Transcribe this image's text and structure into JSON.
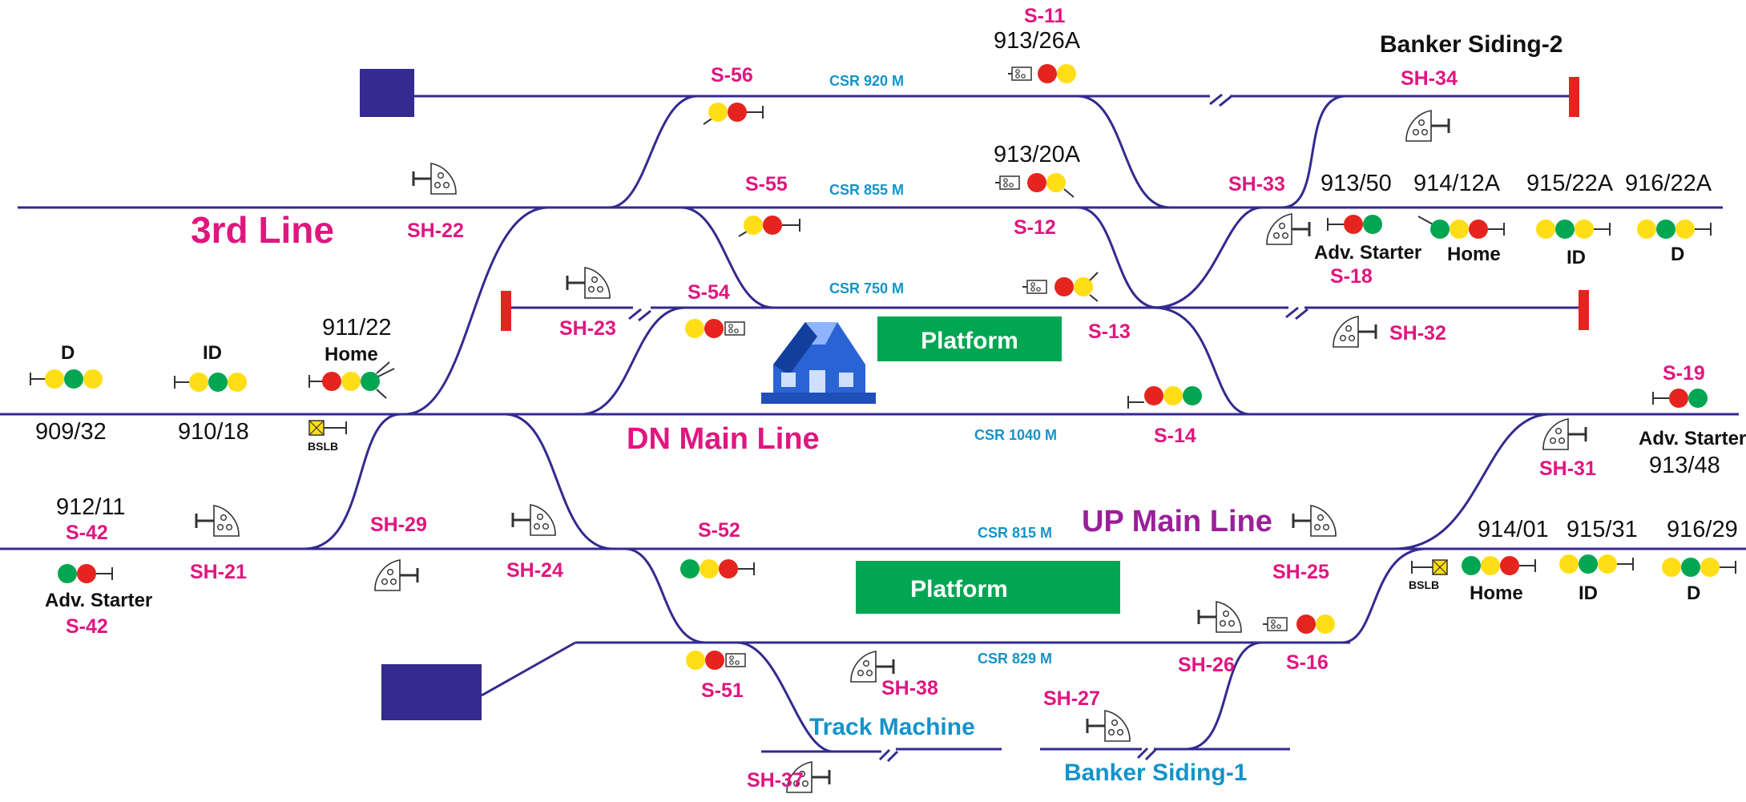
{
  "colors": {
    "track": "#342a8f",
    "signal_label": "#e0167f",
    "section_label": "#1493c9",
    "platform": "#00a651",
    "red": "#e52420",
    "yellow": "#ffde17",
    "green": "#00a651",
    "up_main_label": "#9a1f9a"
  },
  "line_labels": {
    "third_line": "3rd Line",
    "dn_main": "DN Main Line",
    "up_main": "UP Main Line"
  },
  "siding_labels": {
    "banker2": "Banker Siding-2",
    "banker1": "Banker Siding-1",
    "track_machine": "Track Machine"
  },
  "csr": {
    "c920": "CSR 920 M",
    "c855": "CSR 855 M",
    "c750": "CSR 750 M",
    "c1040": "CSR 1040 M",
    "c815": "CSR 815 M",
    "c829": "CSR 829 M"
  },
  "platforms": {
    "dn": "Platform",
    "up": "Platform"
  },
  "signals": {
    "s11": "S-11",
    "s56": "S-56",
    "s55": "S-55",
    "s12": "S-12",
    "s54": "S-54",
    "s13": "S-13",
    "s14": "S-14",
    "s19": "S-19",
    "s18": "S-18",
    "s42a": "S-42",
    "s42b": "S-42",
    "s52": "S-52",
    "s51": "S-51",
    "s16": "S-16"
  },
  "shunts": {
    "sh34": "SH-34",
    "sh33": "SH-33",
    "sh22": "SH-22",
    "sh23": "SH-23",
    "sh32": "SH-32",
    "sh31": "SH-31",
    "sh29": "SH-29",
    "sh21": "SH-21",
    "sh24": "SH-24",
    "sh25": "SH-25",
    "sh26": "SH-26",
    "sh38": "SH-38",
    "sh27": "SH-27",
    "sh37": "SH-37"
  },
  "km_posts": {
    "k913_26a": "913/26A",
    "k913_20a": "913/20A",
    "k913_50": "913/50",
    "k914_12a": "914/12A",
    "k915_22a": "915/22A",
    "k916_22a": "916/22A",
    "k911_22": "911/22",
    "k909_32": "909/32",
    "k910_18": "910/18",
    "k912_11": "912/11",
    "k913_48": "913/48",
    "k914_01": "914/01",
    "k915_31": "915/31",
    "k916_29": "916/29"
  },
  "signal_types": {
    "adv_starter_top": "Adv. Starter",
    "home_top": "Home",
    "id_top": "ID",
    "d_top": "D",
    "d_left": "D",
    "id_left": "ID",
    "home_left": "Home",
    "adv_starter_right": "Adv. Starter",
    "adv_starter_left": "Adv. Starter",
    "home_bottom": "Home",
    "id_bottom": "ID",
    "d_bottom": "D"
  },
  "bslb": {
    "left": "BSLB",
    "right": "BSLB"
  },
  "icons": {
    "station": "station-building-icon",
    "shunt": "shunt-signal-icon",
    "stop": "buffer-stop-icon",
    "signal": "signal-lamp-icon"
  }
}
